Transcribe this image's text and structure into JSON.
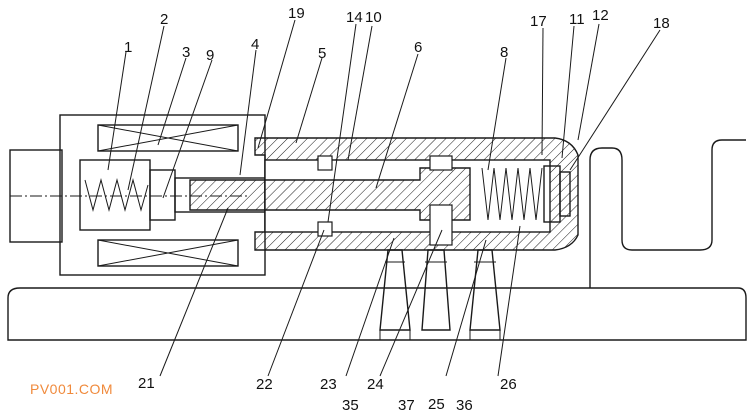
{
  "diagram": {
    "labels_top": [
      "1",
      "2",
      "3",
      "9",
      "4",
      "19",
      "14",
      "10",
      "5",
      "6",
      "8",
      "17",
      "11",
      "12",
      "18"
    ],
    "labels_bottom": [
      "21",
      "22",
      "23",
      "24",
      "25",
      "26",
      "35",
      "37",
      "36"
    ]
  },
  "watermark": {
    "text": "PV001.COM",
    "color": "#f08a3c"
  }
}
